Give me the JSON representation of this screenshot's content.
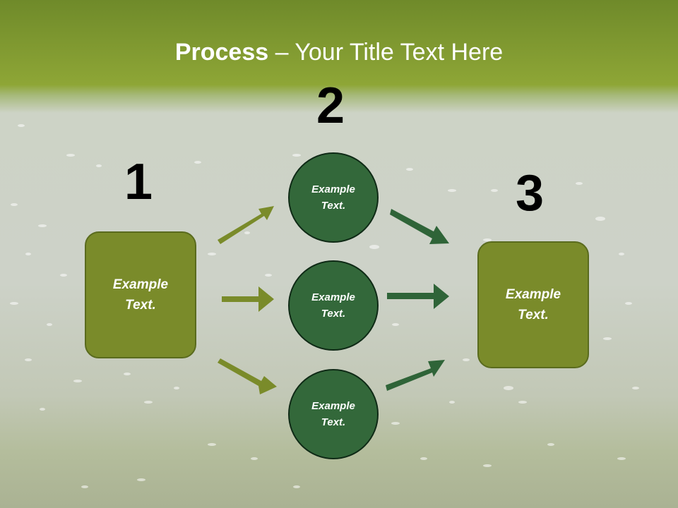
{
  "title": {
    "bold": "Process",
    "rest": " – Your Title Text Here"
  },
  "steps": {
    "one": "1",
    "two": "2",
    "three": "3"
  },
  "left_box": {
    "line1": "Example",
    "line2": "Text."
  },
  "circles": [
    {
      "line1": "Example",
      "line2": "Text."
    },
    {
      "line1": "Example",
      "line2": "Text."
    },
    {
      "line1": "Example",
      "line2": "Text."
    }
  ],
  "right_box": {
    "line1": "Example",
    "line2": "Text."
  },
  "colors": {
    "header_green": "#8ea636",
    "box_fill": "#7a8b2a",
    "circle_fill": "#33683a",
    "arrow_left": "#7a8b2a",
    "arrow_right": "#2f6438"
  }
}
